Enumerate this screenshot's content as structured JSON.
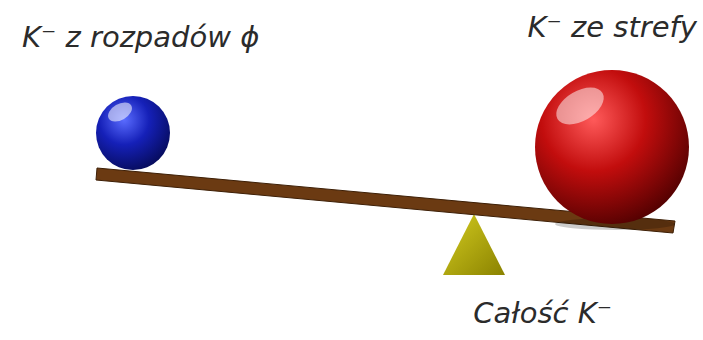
{
  "diagram": {
    "labels": [
      "K⁻ z rozpadów ϕ",
      "K⁻ ze strefy",
      "Całość K⁻"
    ]
  }
}
